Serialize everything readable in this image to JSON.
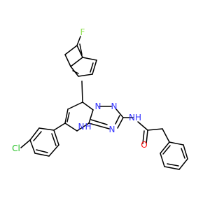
{
  "colors": {
    "bond": "#000000",
    "carbon_label": "#000000",
    "nitrogen": "#3333ff",
    "oxygen": "#ff0d0d",
    "fluorine": "#90e050",
    "chlorine": "#1fbf1f",
    "background": "#ffffff"
  },
  "atoms": {
    "f": "F",
    "cl": "Cl",
    "n1": "N",
    "n2": "N",
    "n3": "N",
    "nh": "NH",
    "n4h": "N",
    "n4h_h": "H",
    "o": "O"
  }
}
